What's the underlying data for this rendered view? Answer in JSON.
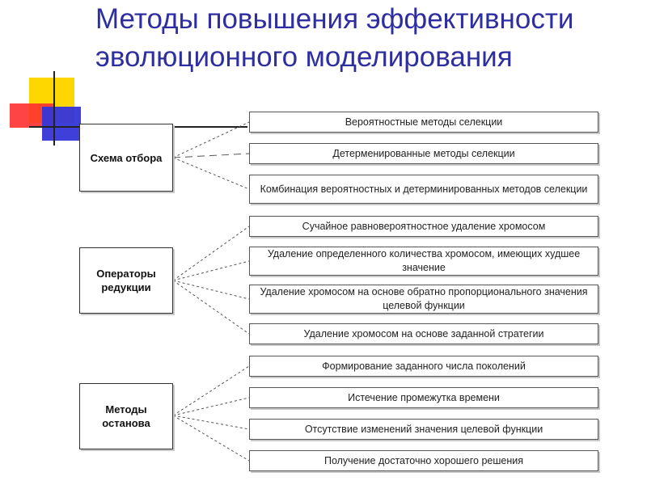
{
  "title": "Методы повышения эффективности эволюционного моделирования",
  "groups": [
    {
      "label": "Схема отбора",
      "items": [
        "Вероятностные методы селекции",
        "Детерменированные методы селекции",
        "Комбинация вероятностных и детерминированных методов селекции"
      ]
    },
    {
      "label": "Операторы редукции",
      "items": [
        "Сучайное равновероятностное удаление хромосом",
        "Удаление определенного количества хромосом, имеющих худшее значение",
        "Удаление хромосом на основе обратно пропорционального значения целевой функции",
        "Удаление хромосом на основе заданной стратегии"
      ]
    },
    {
      "label": "Методы останова",
      "items": [
        "Формирование заданного числа поколений",
        "Истечение промежутка времени",
        "Отсутствие изменений значения целевой функции",
        "Получение достаточно хорошего решения"
      ]
    }
  ],
  "colors": {
    "title": "#2e2ea0",
    "deco_yellow": "#ffd700",
    "deco_red": "#ff3030",
    "deco_blue": "#3535d8"
  }
}
